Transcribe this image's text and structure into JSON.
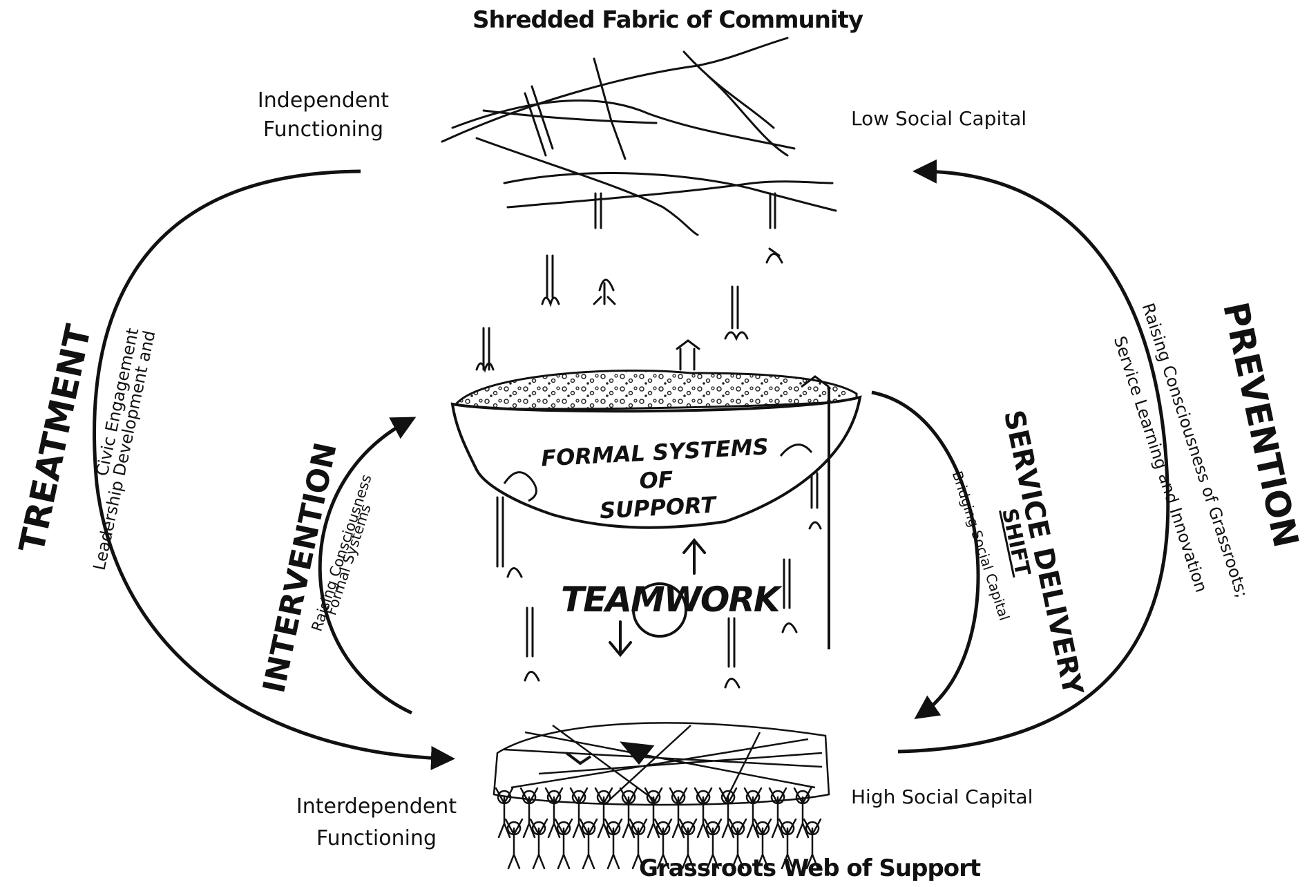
{
  "top_title": "Shredded Fabric of Community",
  "bottom_title": "Grassroots Web of Support",
  "top_left": {
    "line1": "Independent",
    "line2": "Functioning"
  },
  "bottom_left": {
    "line1": "Interdependent",
    "line2": "Functioning"
  },
  "top_right": "Low Social Capital",
  "bottom_right": "High Social Capital",
  "treatment": {
    "title": "TREATMENT",
    "sub1": "Leadership Development and",
    "sub2": "Civic Engagement"
  },
  "intervention": {
    "title": "INTERVENTION",
    "sub1": "Raising Consciousness",
    "sub2": "Formal Systems"
  },
  "prevention": {
    "title": "PREVENTION",
    "sub1": "Raising Consciousness of Grassroots;",
    "sub2": "Service Learning and Innovation"
  },
  "service_delivery": {
    "title": "SERVICE DELIVERY",
    "shift": "SHIFT",
    "sub": "Bridging Social Capital"
  },
  "bowl": {
    "line1": "FORMAL SYSTEMS",
    "line2": "OF",
    "line3": "SUPPORT"
  },
  "teamwork": "TEAMWORK"
}
